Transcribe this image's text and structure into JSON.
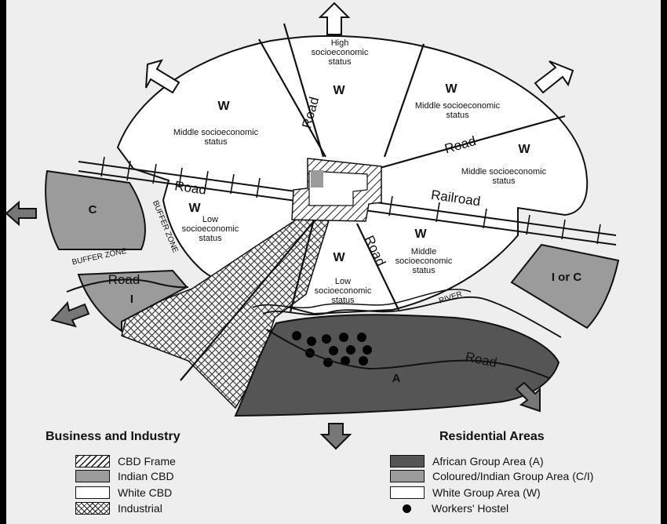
{
  "map": {
    "sectors": [
      {
        "id": "high",
        "label": "High\nsocioeconomic\nstatus",
        "letter": "W"
      },
      {
        "id": "mid-ne",
        "label": "Middle socioeconomic\nstatus",
        "letter": "W"
      },
      {
        "id": "mid-e",
        "label": "Middle socioeconomic\nstatus",
        "letter": "W"
      },
      {
        "id": "mid-se",
        "label": "Middle\nsocioeconomic\nstatus",
        "letter": "W"
      },
      {
        "id": "low-s",
        "label": "Low\nsocioeconomic\nstatus",
        "letter": "W"
      },
      {
        "id": "low-w",
        "label": "Low\nsocioeconomic\nstatus",
        "letter": "W"
      },
      {
        "id": "mid-nw",
        "label": "Middle socioeconomic\nstatus",
        "letter": "W"
      }
    ],
    "areas": {
      "c": "C",
      "i": "I",
      "ioc": "I or C",
      "a": "A"
    },
    "roads": {
      "road_n": "Road",
      "road_ne": "Road",
      "road_w": "Road",
      "road_s": "Road",
      "road_i": "Road",
      "road_a": "Road",
      "railroad": "Railroad"
    },
    "river": "RIVER",
    "buffer_zone_outer": "BUFFER ZONE",
    "buffer_zone_inner": "BUFFER ZONE"
  },
  "legend": {
    "business_title": "Business and Industry",
    "business_items": [
      {
        "label": "CBD Frame",
        "swatch": "hatch"
      },
      {
        "label": "Indian CBD",
        "swatch": "#9b9b9b"
      },
      {
        "label": "White CBD",
        "swatch": "#ffffff"
      },
      {
        "label": "Industrial",
        "swatch": "crosshatch"
      }
    ],
    "residential_title": "Residential Areas",
    "residential_items": [
      {
        "label": "African Group Area (A)",
        "swatch": "#555555"
      },
      {
        "label": "Coloured/Indian Group Area (C/I)",
        "swatch": "#9b9b9b"
      },
      {
        "label": "White Group Area (W)",
        "swatch": "#ffffff"
      },
      {
        "label": "Workers' Hostel",
        "swatch": "dot"
      }
    ]
  },
  "colors": {
    "african_area": "#555555",
    "coloured_indian_area": "#9b9b9b",
    "white_area": "#ffffff",
    "ink": "#111111"
  },
  "icons": [
    "arrow-up-icon",
    "arrow-upper-left-icon",
    "arrow-upper-right-icon",
    "arrow-left-icon",
    "arrow-lower-left-icon",
    "arrow-down-icon",
    "arrow-lower-right-icon"
  ]
}
